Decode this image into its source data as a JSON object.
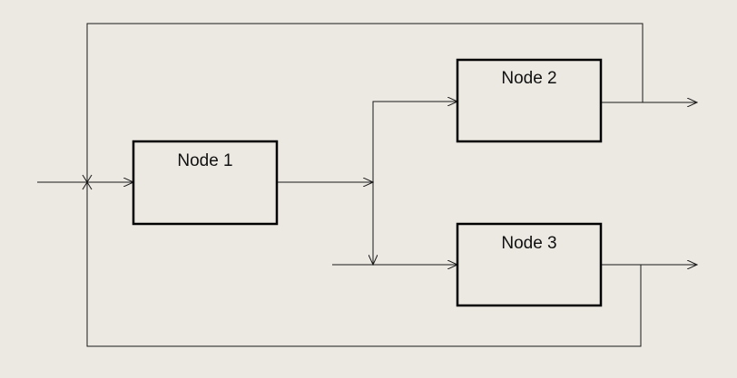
{
  "colors": {
    "background": "#ece8e2",
    "line": "#1a1a1a",
    "box_stroke": "#000000",
    "text": "#111111"
  },
  "diagram": {
    "nodes": [
      {
        "id": "node1",
        "label": "Node 1"
      },
      {
        "id": "node2",
        "label": "Node 2"
      },
      {
        "id": "node3",
        "label": "Node 3"
      }
    ]
  }
}
